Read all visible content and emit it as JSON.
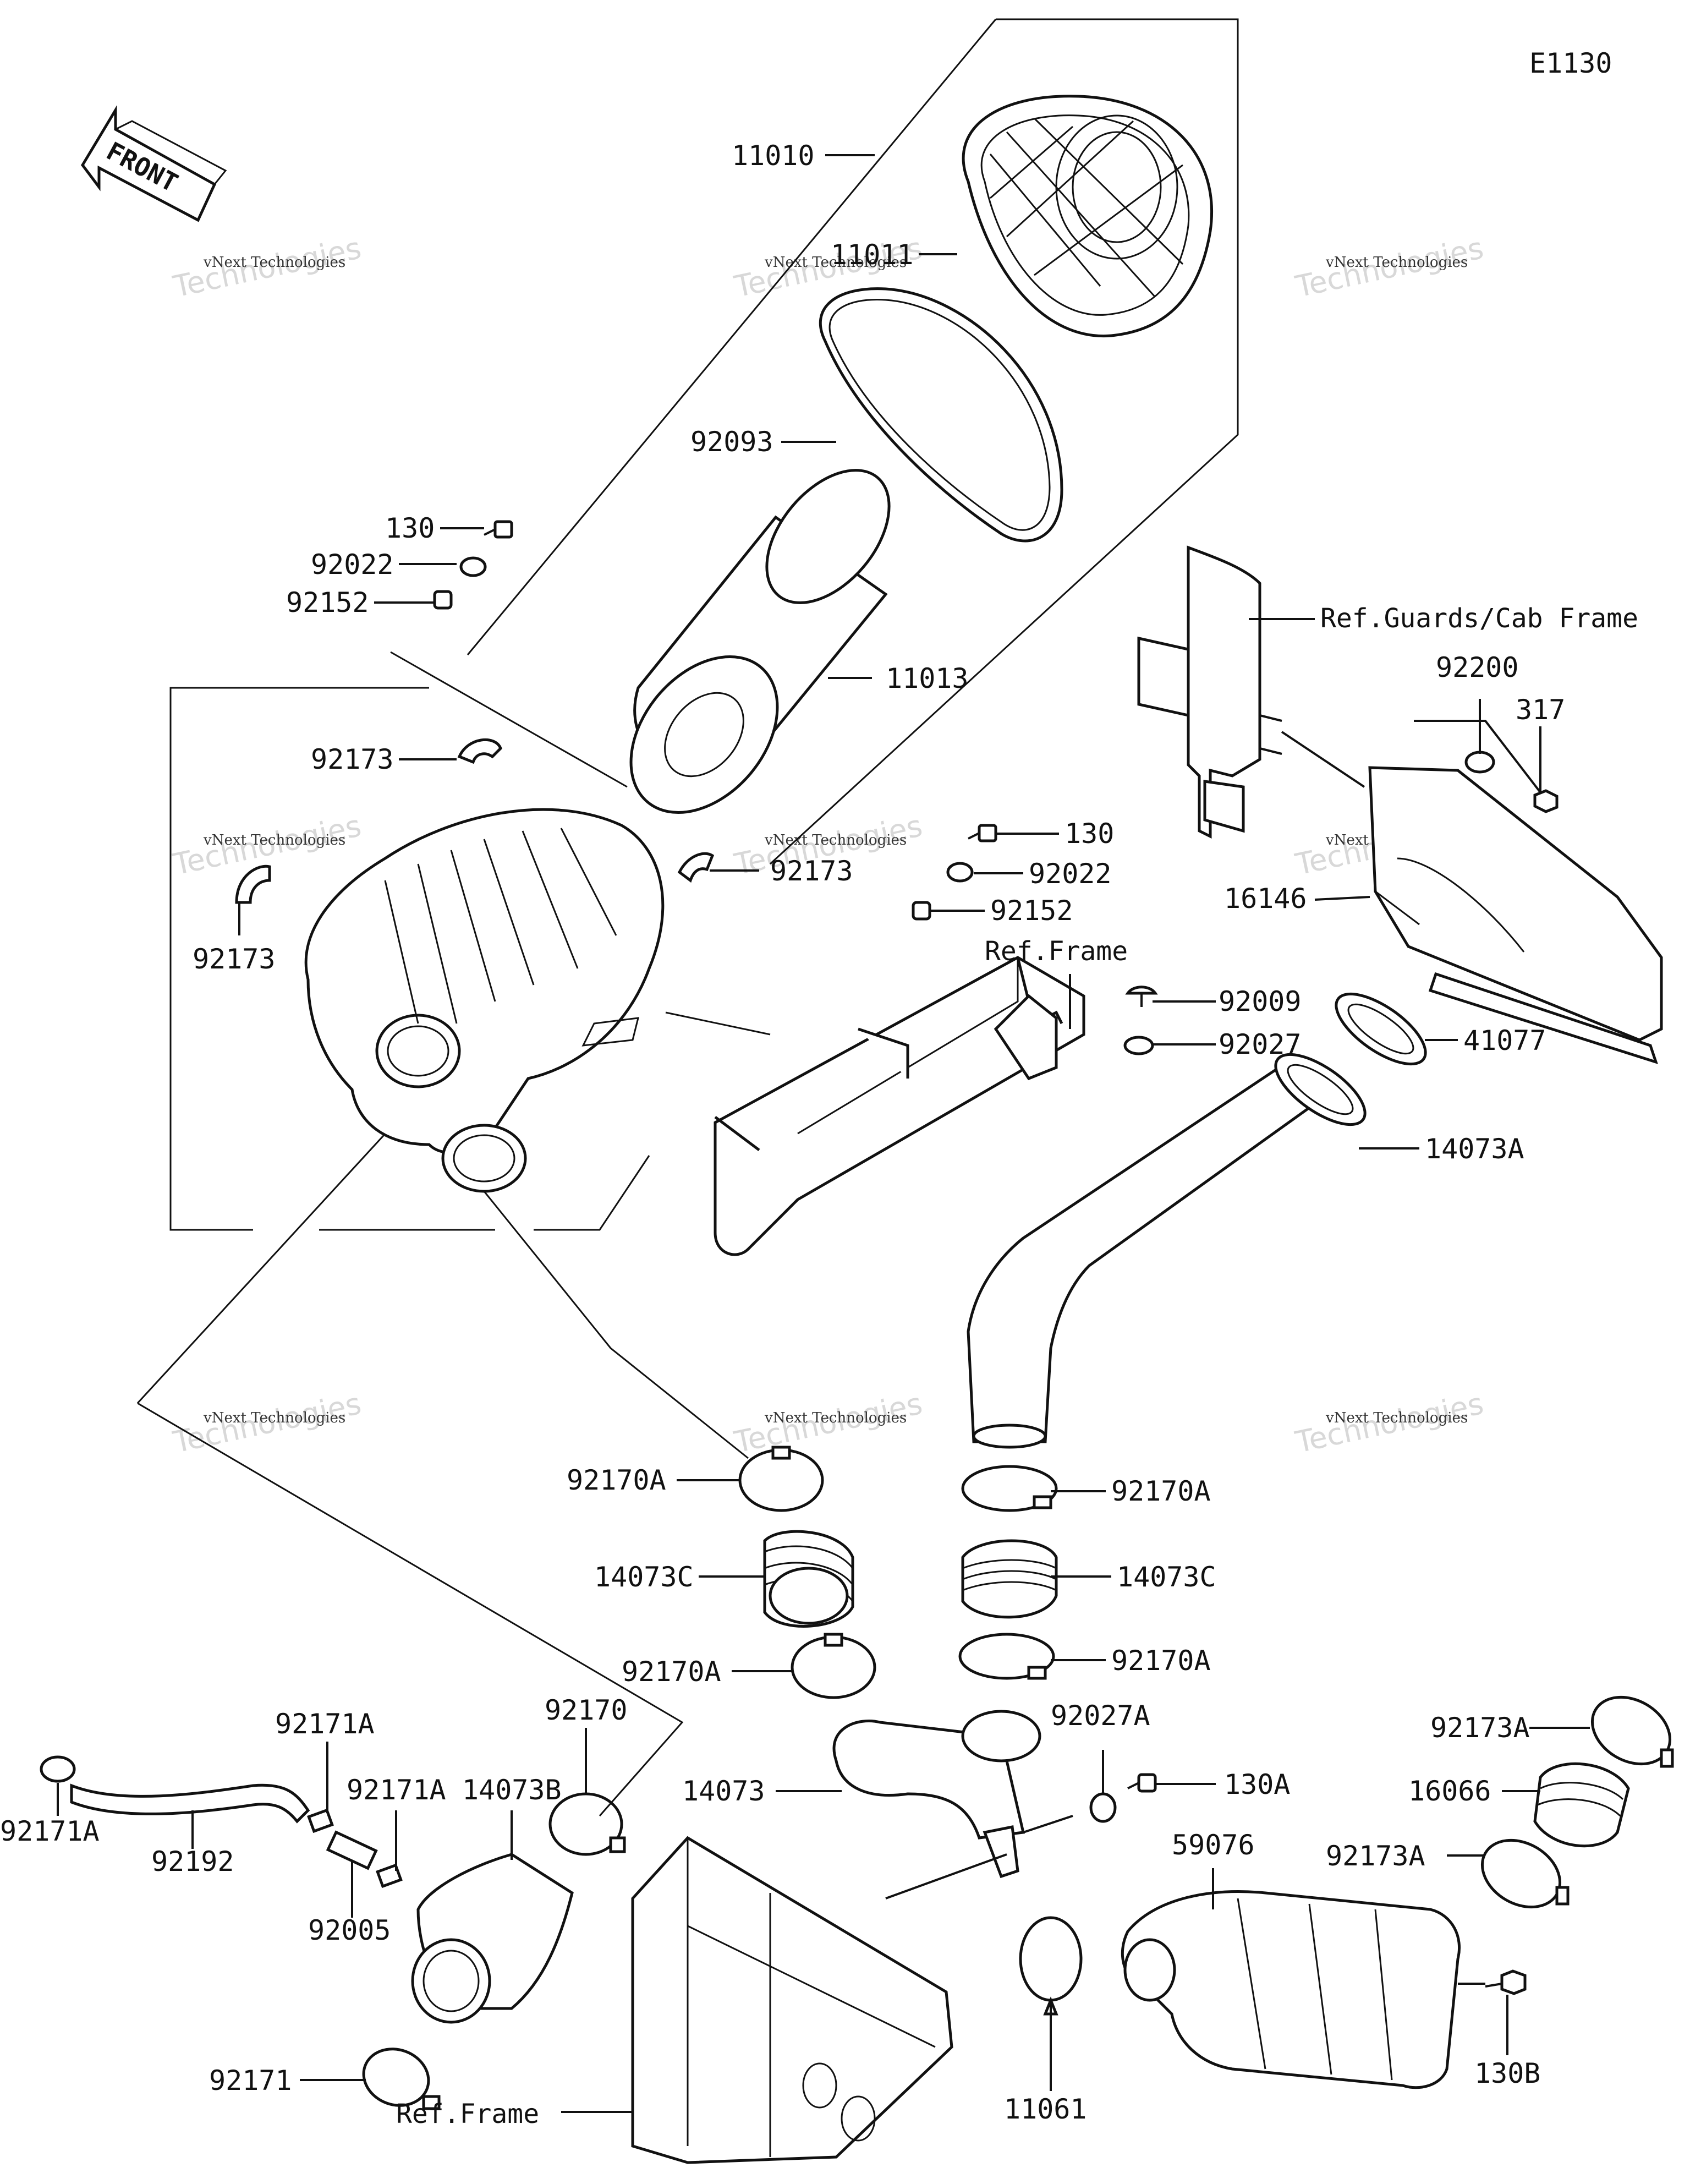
{
  "diagram_code": "E1130",
  "front_marker": "FRONT",
  "watermark": {
    "line1": "vNext Technologies",
    "line2": "Technologies",
    "line3": "vNext"
  },
  "references": {
    "guards_cab_frame": "Ref.Guards/Cab Frame",
    "frame_upper": "Ref.Frame",
    "frame_lower": "Ref.Frame"
  },
  "part_labels": {
    "p11010": "11010",
    "p11011": "11011",
    "p92093": "92093",
    "p130_left": "130",
    "p92022_left": "92022",
    "p92152_left": "92152",
    "p11013": "11013",
    "p92173_top": "92173",
    "p92173_left": "92173",
    "p92173_mid": "92173",
    "p130_right": "130",
    "p92022_right": "92022",
    "p92152_right": "92152",
    "p92200": "92200",
    "p317": "317",
    "p16146": "16146",
    "p92009": "92009",
    "p92027": "92027",
    "p41077": "41077",
    "p14073A": "14073A",
    "p92170A_l1": "92170A",
    "p14073C_l": "14073C",
    "p92170A_l2": "92170A",
    "p92170A_r1": "92170A",
    "p14073C_r": "14073C",
    "p92170A_r2": "92170A",
    "p92171A_top": "92171A",
    "p92171A_mid": "92171A",
    "p92171A_left": "92171A",
    "p14073B": "14073B",
    "p92170": "92170",
    "p92192": "92192",
    "p92005": "92005",
    "p92171": "92171",
    "p14073": "14073",
    "p92027A": "92027A",
    "p130A": "130A",
    "p92173A_top": "92173A",
    "p16066": "16066",
    "p92173A_mid": "92173A",
    "p59076": "59076",
    "p11061": "11061",
    "p130B": "130B"
  }
}
